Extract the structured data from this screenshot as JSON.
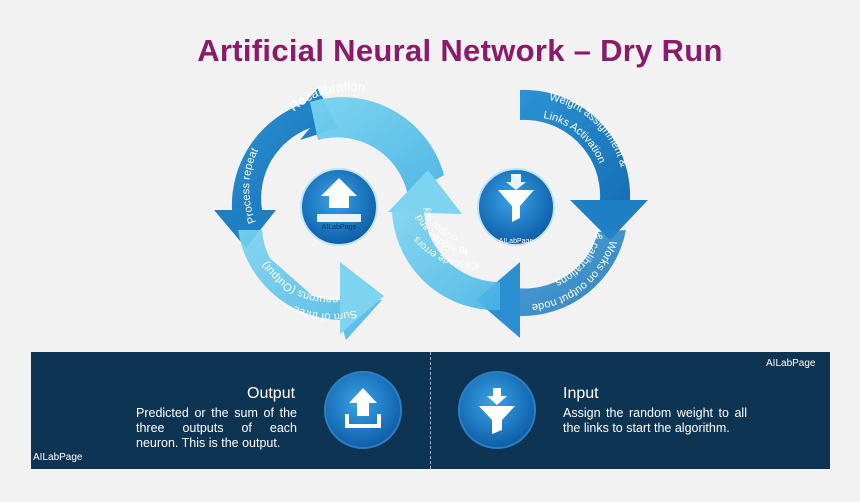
{
  "title": "Artificial Neural Network – Dry Run",
  "watermark": "AILabPage",
  "colors": {
    "title": "#8a1a6a",
    "panel": "#0d3453",
    "arrow_dark": "#1f7fc4",
    "arrow_light": "#5bc5ea",
    "background": "#f2f2f2"
  },
  "cycle_left": {
    "icon": "upload-icon",
    "label_top": "Recalibration",
    "label_left": "Process repeat",
    "label_bottom_1": "Sum of three",
    "label_bottom_2": "neurons (Output)"
  },
  "cycle_right": {
    "icon": "funnel-icon",
    "label_top_1": "Weight assignment &",
    "label_top_2": "Links Activation",
    "label_bottom_1": "Works on output node",
    "label_bottom_2": "& calibrations",
    "label_center_1": "Cascade errors",
    "label_center_2": "to hidden and",
    "label_center_3": "output layer"
  },
  "panel": {
    "output": {
      "icon": "upload-icon",
      "title": "Output",
      "text": "Predicted or the sum of the three outputs of each neuron. This is the output."
    },
    "input": {
      "icon": "funnel-icon",
      "title": "Input",
      "text": "Assign the random weight to all the links to start the algorithm."
    }
  }
}
